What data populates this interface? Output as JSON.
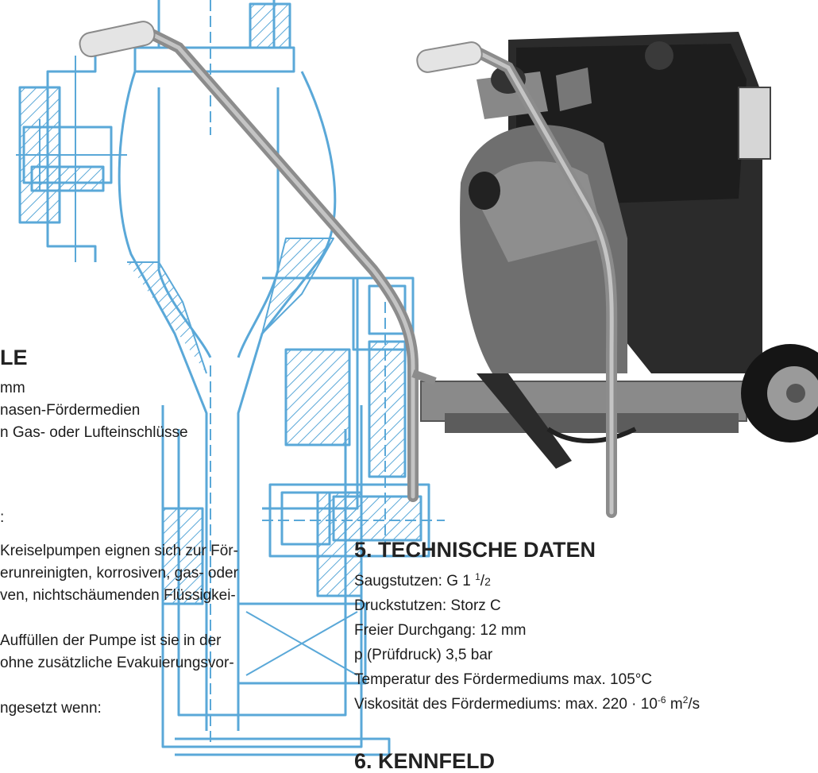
{
  "left_column": {
    "heading_fragment": "LE",
    "lines_a": [
      "mm",
      "nasen-Fördermedien",
      "n Gas- oder Lufteinschlüsse"
    ],
    "stray_mark": ":",
    "lines_b": [
      "Kreiselpumpen eignen sich zur För-",
      "erunreinigten, korrosiven, gas- oder",
      "ven, nichtschäumenden Flüssigkei-"
    ],
    "lines_c": [
      "Auffüllen der Pumpe ist sie in der",
      "ohne zusätzliche Evakuierungsvor-"
    ],
    "lines_d": [
      "ngesetzt wenn:"
    ]
  },
  "technical_data": {
    "heading": "5. TECHNISCHE DATEN",
    "suction": {
      "label": "Saugstutzen: G 1 ",
      "frac_num": "1",
      "frac_den": "2"
    },
    "pressure_nozzle": "Druckstutzen: Storz C",
    "free_passage": "Freier Durchgang: 12 mm",
    "test_pressure": "p (Prüfdruck) 3,5 bar",
    "temperature": "Temperatur des Fördermediums max. 105°C",
    "viscosity": {
      "prefix": "Viskosität des Fördermediums: max. 220 · 10",
      "exp1": "-6",
      "mid": " m",
      "exp2": "2",
      "suffix": "/s"
    }
  },
  "next_section": {
    "heading": "6. KENNFELD"
  },
  "colors": {
    "drawing": "#5aa8d8",
    "text": "#1c1c1c",
    "pump_body": "#2b2b2b",
    "handle": "#9a9a9a"
  }
}
